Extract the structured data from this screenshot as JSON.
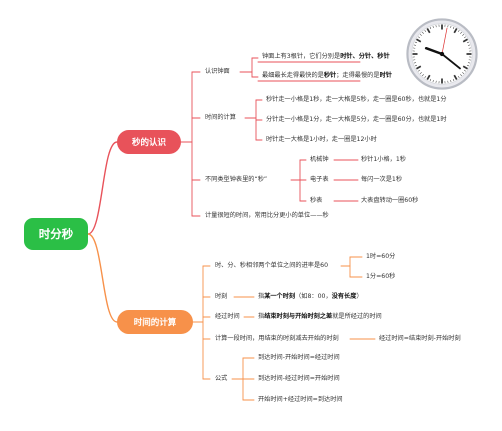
{
  "root": {
    "label": "时分秒"
  },
  "branch1": {
    "label": "秒的认识",
    "recognize": {
      "label": "认识钟面",
      "item1": {
        "pre": "钟面上有3根针，它们分别是",
        "bold": "时针、分针、秒针"
      },
      "item2": {
        "pre": "最细最长走得最快的是",
        "bold1": "秒针",
        "mid": "；走得最慢的是",
        "bold2": "时针"
      }
    },
    "counting": {
      "label": "时间的计算",
      "items": [
        "秒针走一小格是1秒，走一大格是5秒，走一圈是60秒，也就是1分",
        "分针走一小格是1分，走一大格是5分，走一圈是60分，也就是1时",
        "时针走一大格是1小时，走一圈是12小时"
      ]
    },
    "types": {
      "label": "不同类型钟表里的“秒”",
      "items": [
        {
          "name": "机械钟",
          "desc": "秒针1小格，1秒"
        },
        {
          "name": "电子表",
          "desc": "每闪一次是1秒"
        },
        {
          "name": "秒表",
          "desc": "大表盘转动一圈60秒"
        }
      ]
    },
    "unit": {
      "label": "计量很短的时间，常用比分更小的单位——秒"
    }
  },
  "branch2": {
    "label": "时间的计算",
    "rate": {
      "label": "时、分、秒相邻两个单位之间的进率是60",
      "items": [
        "1时=60分",
        "1分=60秒"
      ]
    },
    "moment": {
      "label": "时刻",
      "pre": "指",
      "bold1": "某一个时刻",
      "mid": "（如8：00，",
      "bold2": "没有长度",
      "post": "）"
    },
    "duration": {
      "label": "经过时间",
      "pre": "指",
      "bold": "结束时刻与开始时刻之差",
      "post": "就是所经过的时间"
    },
    "calc": {
      "label": "计算一段时间，用结束的时刻减去开始的时刻",
      "formula": "经过时间=结束时刻-开始时刻"
    },
    "formula": {
      "label": "公式",
      "items": [
        "到达时间-开始时间=经过时间",
        "到达时间-经过时间=开始时间",
        "开始时间+经过时间=到达时间"
      ]
    }
  },
  "colors": {
    "root": "#2bbf46",
    "branch1": "#e8525a",
    "branch2": "#f7914a",
    "line": "#cccccc"
  },
  "icons": {
    "clock": "wall-clock-icon"
  }
}
